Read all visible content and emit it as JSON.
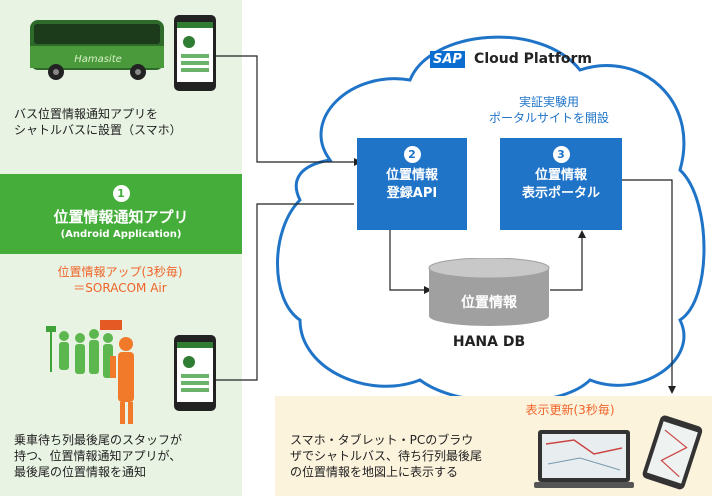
{
  "left": {
    "bus_caption": "バス位置情報通知アプリを\nシャトルバスに設置（スマホ）",
    "app_number": "1",
    "app_title": "位置情報通知アプリ",
    "app_subtitle": "(Android Application)",
    "upload_line1": "位置情報アップ(3秒毎)",
    "upload_line2": "＝SORACOM Air",
    "staff_caption": "乗車待ち列最後尾のスタッフが\n持つ、位置情報通知アプリが、\n最後尾の位置情報を通知",
    "bus_brand_text": "Hamasite"
  },
  "cloud": {
    "sap_logo": "SAP",
    "platform_name": "Cloud Platform",
    "note": "実証実験用\nポータルサイトを開設",
    "api_number": "2",
    "api_label": "位置情報\n登録API",
    "portal_number": "3",
    "portal_label": "位置情報\n表示ポータル",
    "db_content": "位置情報",
    "db_name": "HANA DB"
  },
  "bottom": {
    "update_label": "表示更新(3秒毎)",
    "description": "スマホ・タブレット・PCのブラウ\nザでシャトルバス、待ち行列最後尾\nの位置情報を地図上に表示する"
  },
  "colors": {
    "green": "#45ad3a",
    "light_green": "#e8f3e3",
    "blue": "#1f74c8",
    "orange": "#f0642a",
    "cream": "#fcf3dd"
  }
}
